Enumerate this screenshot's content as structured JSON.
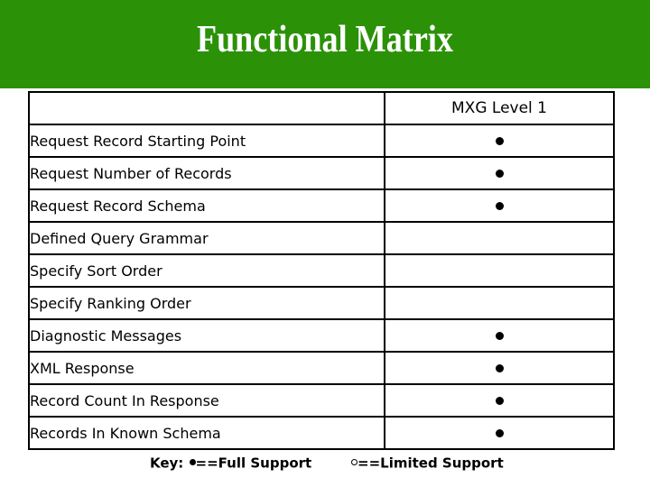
{
  "banner": {
    "title": "Functional Matrix",
    "background_color": "#2b9208",
    "text_color": "#ffffff"
  },
  "matrix": {
    "columns": [
      {
        "key": "feature",
        "header": ""
      },
      {
        "key": "mxg_level_1",
        "header": "MXG Level 1"
      }
    ],
    "rows": [
      {
        "label": "Request Record Starting Point",
        "mxg_level_1": "full"
      },
      {
        "label": "Request Number of Records",
        "mxg_level_1": "full"
      },
      {
        "label": "Request Record Schema",
        "mxg_level_1": "full"
      },
      {
        "label": "Defined Query Grammar",
        "mxg_level_1": "none"
      },
      {
        "label": "Specify Sort Order",
        "mxg_level_1": "none"
      },
      {
        "label": "Specify Ranking Order",
        "mxg_level_1": "none"
      },
      {
        "label": "Diagnostic Messages",
        "mxg_level_1": "full"
      },
      {
        "label": "XML Response",
        "mxg_level_1": "full"
      },
      {
        "label": "Record Count In Response",
        "mxg_level_1": "full"
      },
      {
        "label": "Records In Known Schema",
        "mxg_level_1": "full"
      }
    ]
  },
  "key": {
    "prefix": "Key: ",
    "full_symbol": "●",
    "full_text": "==Full Support",
    "limited_symbol": "○",
    "limited_text": "==Limited Support"
  }
}
